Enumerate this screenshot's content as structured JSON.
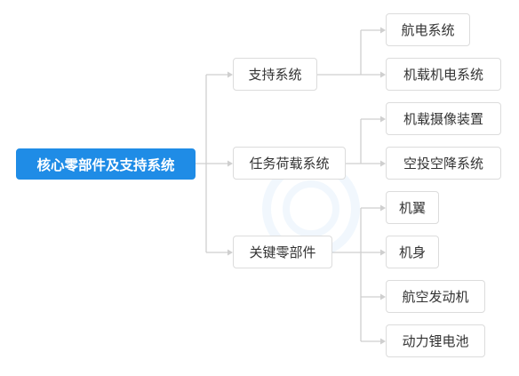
{
  "root": {
    "label": "核心零部件及支持系统"
  },
  "level1": [
    {
      "label": "支持系统"
    },
    {
      "label": "任务荷载系统"
    },
    {
      "label": "关键零部件"
    }
  ],
  "leaves": [
    {
      "label": "航电系统"
    },
    {
      "label": "机载机电系统"
    },
    {
      "label": "机载摄像装置"
    },
    {
      "label": "空投空降系统"
    },
    {
      "label": "机翼"
    },
    {
      "label": "机身"
    },
    {
      "label": "航空发动机"
    },
    {
      "label": "动力锂电池"
    }
  ],
  "colors": {
    "root_fill": "#1f8ce6",
    "connector": "#cfcfcf",
    "node_border": "#dcdcdc"
  }
}
